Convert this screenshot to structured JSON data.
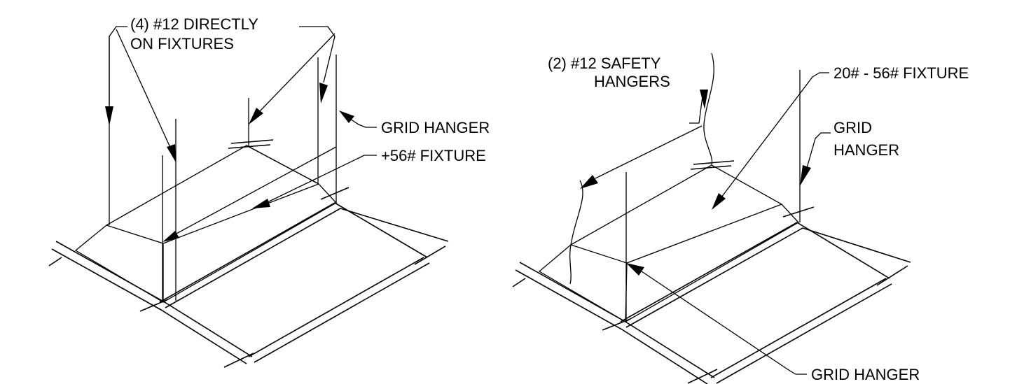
{
  "colors": {
    "ink": "#000000",
    "background": "#ffffff"
  },
  "left_detail": {
    "label_wires_line1": "(4) #12 DIRECTLY",
    "label_wires_line2": "ON FIXTURES",
    "label_grid_hanger": "GRID HANGER",
    "label_fixture": "+56# FIXTURE"
  },
  "right_detail": {
    "label_safety_line1": "(2) #12 SAFETY",
    "label_safety_line2": "HANGERS",
    "label_fixture": "20# - 56# FIXTURE",
    "label_grid_hanger_line1": "GRID",
    "label_grid_hanger_line2": "HANGER",
    "label_grid_hanger_bottom": "GRID HANGER"
  }
}
